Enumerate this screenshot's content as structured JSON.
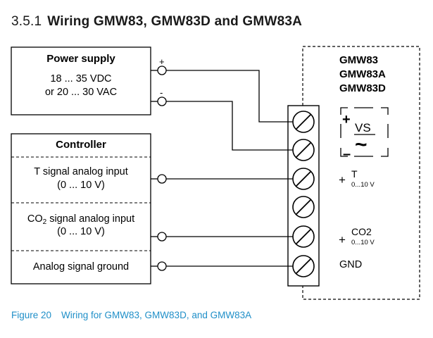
{
  "section": {
    "number": "3.5.1",
    "title": "Wiring GMW83, GMW83D and GMW83A"
  },
  "power_supply": {
    "title": "Power supply",
    "line1": "18 ... 35 VDC",
    "line2": "or 20 ... 30 VAC",
    "plus": "+",
    "minus": "-"
  },
  "controller": {
    "title": "Controller",
    "rows": [
      {
        "line1": "T signal analog input",
        "line2": "(0 ... 10 V)"
      },
      {
        "line1_pre": "CO",
        "line1_sub": "2",
        "line1_post": " signal analog input",
        "line2": "(0 ... 10 V)"
      },
      {
        "line1": "Analog signal ground"
      }
    ]
  },
  "device": {
    "models": [
      "GMW83",
      "GMW83A",
      "GMW83D"
    ],
    "vs_label": "VS",
    "vs_plus": "+",
    "vs_minus": "–",
    "vs_ac": "~",
    "t_plus": "+",
    "t_label": "T",
    "t_range": "0...10 V",
    "co2_plus": "+",
    "co2_label": "CO2",
    "co2_range": "0...10 V",
    "gnd_label": "GND"
  },
  "caption": {
    "label": "Figure 20",
    "text": "Wiring for GMW83, GMW83D, and GMW83A"
  }
}
